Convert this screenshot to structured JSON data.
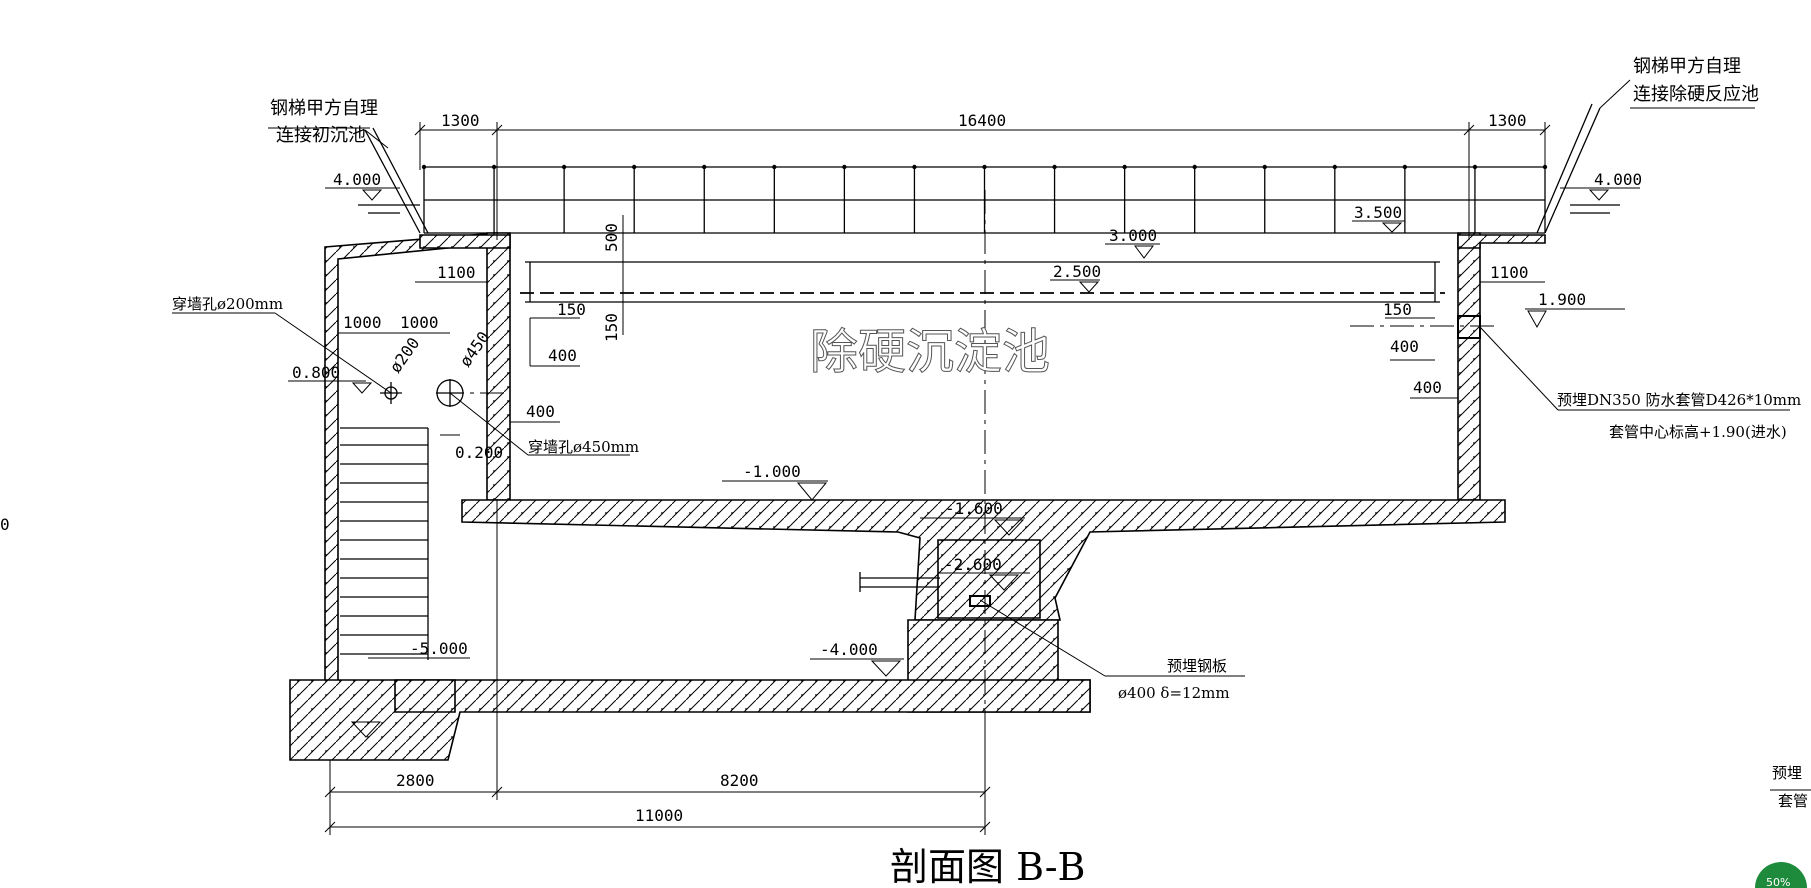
{
  "title": "剖面图  B-B",
  "tank_name": "除硬沉淀池",
  "notes": {
    "left_top_1": "钢梯甲方自理",
    "left_top_2": "连接初沉池",
    "right_top_1": "钢梯甲方自理",
    "right_top_2": "连接除硬反应池",
    "hole_200": "穿墙孔ø200mm",
    "hole_450": "穿墙孔ø450mm",
    "pipe_note_1": "预埋DN350  防水套管D426*10mm",
    "pipe_note_2": "套管中心标高+1.90(进水)",
    "plate_note_1": "预埋钢板",
    "plate_note_2": "ø400 δ=12mm",
    "right_edge_1": "预埋",
    "right_edge_2": "套管"
  },
  "elevations": {
    "e_4000_left": "4.000",
    "e_4000_right": "4.000",
    "e_3500": "3.500",
    "e_3000": "3.000",
    "e_2500": "2.500",
    "e_1900": "1.900",
    "e_0800": "0.800",
    "e_0200": "0.200",
    "e_m1000": "-1.000",
    "e_m1600": "-1.600",
    "e_m2600": "-2.600",
    "e_m4000": "-4.000",
    "e_m5000": "-5.000"
  },
  "dims": {
    "top_left": "1300",
    "top_mid": "16400",
    "top_right": "1300",
    "d1100_left": "1100",
    "d1100_right": "1100",
    "d500": "500",
    "d150_v": "150",
    "d150_left": "150",
    "d150_right": "150",
    "d400_l1": "400",
    "d400_l2": "400",
    "d400_r1": "400",
    "d400_r2": "400",
    "d1000_a": "1000",
    "d1000_b": "1000",
    "phi200": "ø200",
    "phi450": "ø450",
    "bot_2800": "2800",
    "bot_8200": "8200",
    "bot_11000": "11000"
  },
  "badge": "50%",
  "left_edge_frag": "0"
}
